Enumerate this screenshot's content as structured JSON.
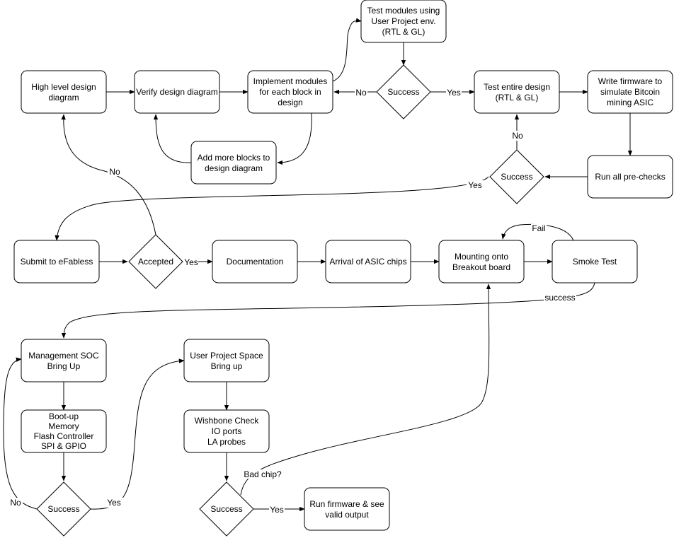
{
  "nodes": {
    "high_level": [
      "High level design",
      "diagram"
    ],
    "verify": [
      "Verify design diagram"
    ],
    "implement": [
      "Implement modules",
      "for each block in",
      "design"
    ],
    "test_modules": [
      "Test modules using",
      "User Project env.",
      "(RTL & GL)"
    ],
    "success1": [
      "Success"
    ],
    "test_entire": [
      "Test entire design",
      "(RTL & GL)"
    ],
    "write_fw": [
      "Write firmware to",
      "simulate Bitcoin",
      "mining ASIC"
    ],
    "add_blocks": [
      "Add more blocks to",
      "design diagram"
    ],
    "success2": [
      "Success"
    ],
    "prechecks": [
      "Run all pre-checks"
    ],
    "submit": [
      "Submit to eFabless"
    ],
    "accepted": [
      "Accepted"
    ],
    "documentation": [
      "Documentation"
    ],
    "arrival": [
      "Arrival of ASIC chips"
    ],
    "mounting": [
      "Mounting onto",
      "Breakout board"
    ],
    "smoke": [
      "Smoke Test"
    ],
    "mgmt_soc": [
      "Management SOC",
      "Bring Up"
    ],
    "bootup": [
      "Boot-up",
      "Memory",
      "Flash Controller",
      "SPI & GPIO"
    ],
    "success3": [
      "Success"
    ],
    "user_space": [
      "User Project Space",
      "Bring up"
    ],
    "wishbone": [
      "Wishbone Check",
      "IO ports",
      "LA probes"
    ],
    "success4": [
      "Success"
    ],
    "run_fw": [
      "Run firmware & see",
      "valid output"
    ]
  },
  "edge_labels": {
    "no_impl": "No",
    "yes_test": "Yes",
    "no_s2": "No",
    "yes_s2": "Yes",
    "no_acc": "No",
    "yes_acc": "Yes",
    "fail": "Fail",
    "success": "success",
    "no_s3": "No",
    "yes_s3": "Yes",
    "bad_chip": "Bad chip?",
    "yes_s4": "Yes"
  }
}
